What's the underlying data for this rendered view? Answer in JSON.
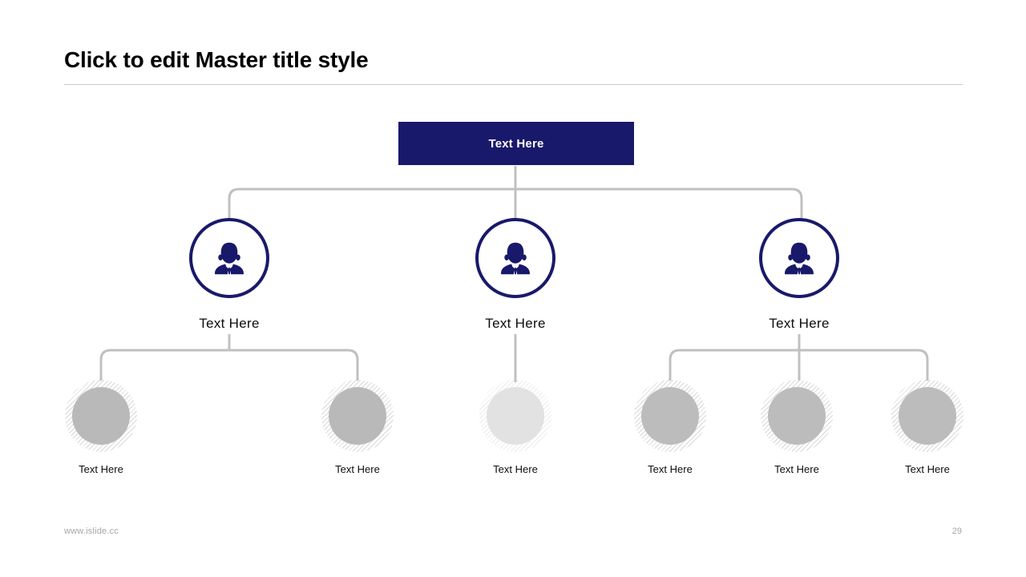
{
  "slide": {
    "title": "Click to edit Master title style",
    "background_color": "#ffffff",
    "accent_navy": "#19196b",
    "connector_gray": "#c0c0c0",
    "rule_color": "#c9c9c9"
  },
  "top_node": {
    "label": "Text Here",
    "fill": "#19196b",
    "text_color": "#ffffff"
  },
  "level2": {
    "icon_name": "businessman-icon",
    "ring_color": "#19196b",
    "nodes": [
      {
        "label": "Text Here"
      },
      {
        "label": "Text Here"
      },
      {
        "label": "Text Here"
      }
    ]
  },
  "level3": {
    "nodes": [
      {
        "label": "Text Here",
        "disc_color": "#b9b9b9",
        "hatch_color": "#d8d8d8"
      },
      {
        "label": "Text Here",
        "disc_color": "#b9b9b9",
        "hatch_color": "#d8d8d8"
      },
      {
        "label": "Text Here",
        "disc_color": "#e2e2e2",
        "hatch_color": "#ececec"
      },
      {
        "label": "Text Here",
        "disc_color": "#bcbcbc",
        "hatch_color": "#dcdcdc"
      },
      {
        "label": "Text Here",
        "disc_color": "#bcbcbc",
        "hatch_color": "#dcdcdc"
      },
      {
        "label": "Text Here",
        "disc_color": "#bcbcbc",
        "hatch_color": "#dcdcdc"
      }
    ]
  },
  "footer": {
    "site": "www.islide.cc",
    "page_number": "29"
  }
}
